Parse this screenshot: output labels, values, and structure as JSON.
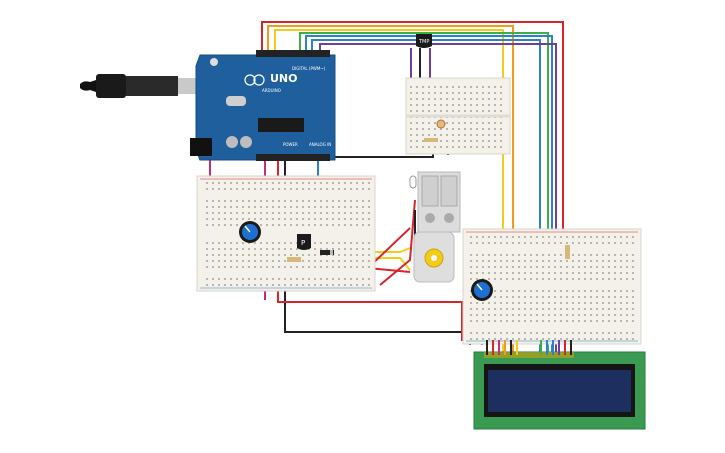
{
  "colors": {
    "wire_red": "#d6262b",
    "wire_orange": "#f29a1c",
    "wire_yellow": "#f2cc1b",
    "wire_green": "#3fae49",
    "wire_blue": "#2a82c8",
    "wire_purple": "#6c3fa0",
    "wire_black": "#222222",
    "wire_magenta": "#c0307a",
    "arduino_blue": "#1f5f9e",
    "breadboard": "#f3f1ea",
    "lcd_board": "#3b9a52",
    "lcd_screen": "#1c2f5e"
  },
  "arduino": {
    "brand": "ARDUINO",
    "model": "UNO",
    "digital_label": "DIGITAL (PWM~)",
    "power_label": "POWER",
    "analog_label": "ANALOG IN"
  },
  "components": {
    "tmp_sensor_label": "TMP",
    "transistor_label": "P",
    "lcd_screen_text": "",
    "usb_cable": "usb-cable-icon",
    "potentiometer": "potentiometer-icon",
    "dc_motor": "dc-motor-icon",
    "power_supply": "battery-icon",
    "photoresistor": "photoresistor-icon"
  }
}
